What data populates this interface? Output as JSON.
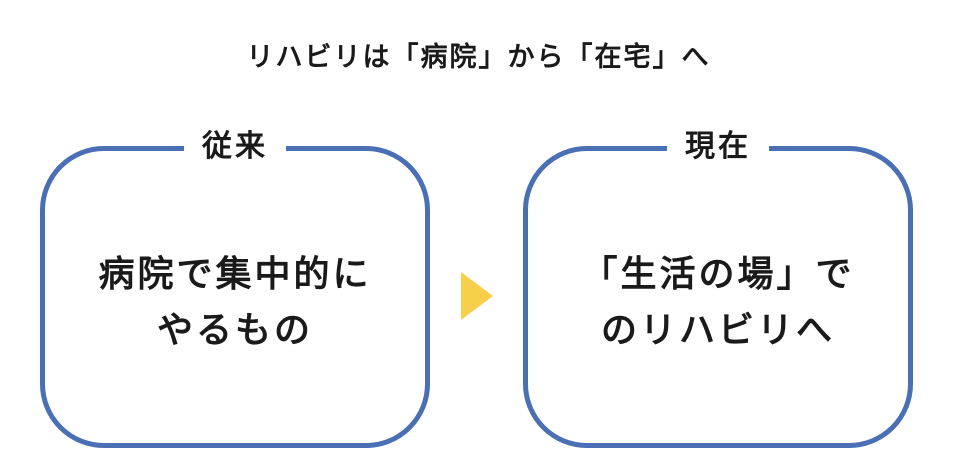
{
  "title": "リハビリは「病院」から「在宅」へ",
  "colors": {
    "box_border": "#4a6fb5",
    "arrow": "#f7cf4b",
    "text": "#1a1a1a"
  },
  "left_box": {
    "label": "従来",
    "lines": [
      "病院で集中的に",
      "やるもの"
    ]
  },
  "right_box": {
    "label": "現在",
    "lines": [
      "「生活の場」で",
      "のリハビリへ"
    ]
  },
  "arrow_icon": "right-triangle-arrow-icon"
}
